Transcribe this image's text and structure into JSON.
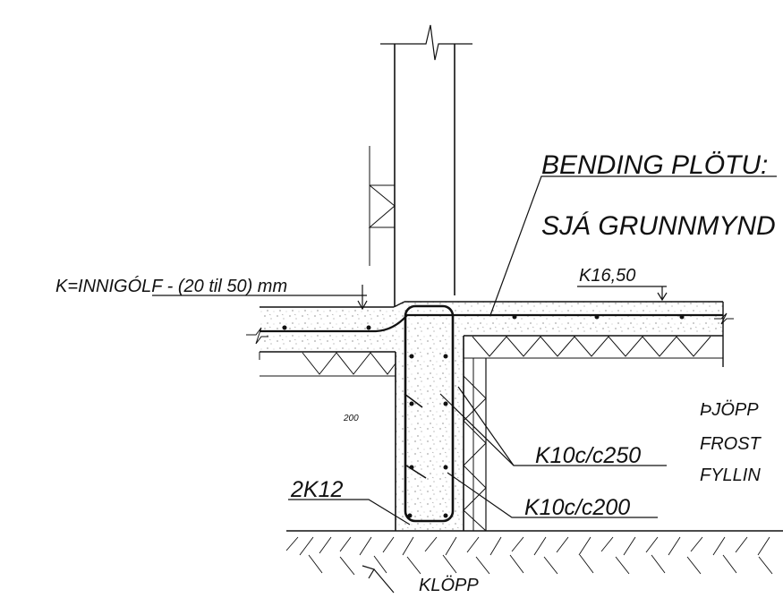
{
  "labels": {
    "slab_reinforcement_line1": "BENDING PLÖTU:",
    "slab_reinforcement_line2": "SJÁ GRUNNMYND",
    "floor_level_inside": "K=INNIGÓLF - (20 til 50) mm",
    "floor_level": "K16,50",
    "stirrups_250": "K10c/c250",
    "stirrups_200": "K10c/c200",
    "bottom_bars": "2K12",
    "dimension_200": "200",
    "bedrock": "KLÖPP",
    "fill_line1": "ÞJÖPP",
    "fill_line2": "FROST",
    "fill_line3": "FYLLIN"
  }
}
